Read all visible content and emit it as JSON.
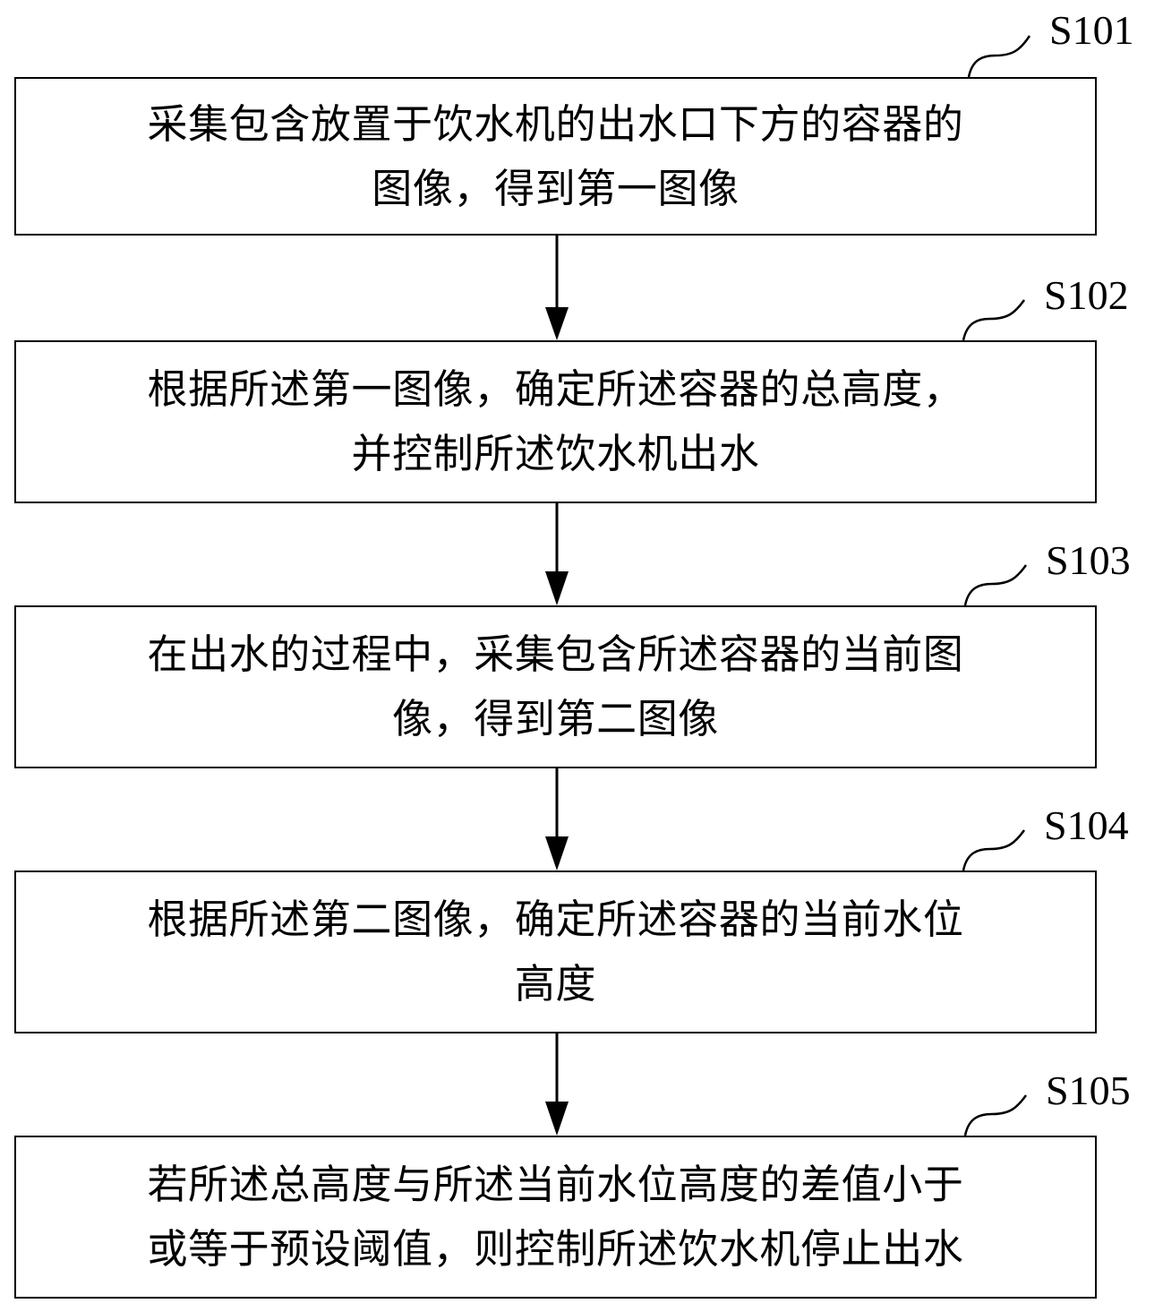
{
  "steps": [
    {
      "label": "S101",
      "lines": [
        "采集包含放置于饮水机的出水口下方的容器的",
        "图像，得到第一图像"
      ]
    },
    {
      "label": "S102",
      "lines": [
        "根据所述第一图像，确定所述容器的总高度，",
        "并控制所述饮水机出水"
      ]
    },
    {
      "label": "S103",
      "lines": [
        "在出水的过程中，采集包含所述容器的当前图",
        "像，得到第二图像"
      ]
    },
    {
      "label": "S104",
      "lines": [
        "根据所述第二图像，确定所述容器的当前水位",
        "高度"
      ]
    },
    {
      "label": "S105",
      "lines": [
        "若所述总高度与所述当前水位高度的差值小于",
        "或等于预设阈值，则控制所述饮水机停止出水"
      ]
    }
  ],
  "colors": {
    "stroke": "#000000",
    "background": "#ffffff"
  }
}
